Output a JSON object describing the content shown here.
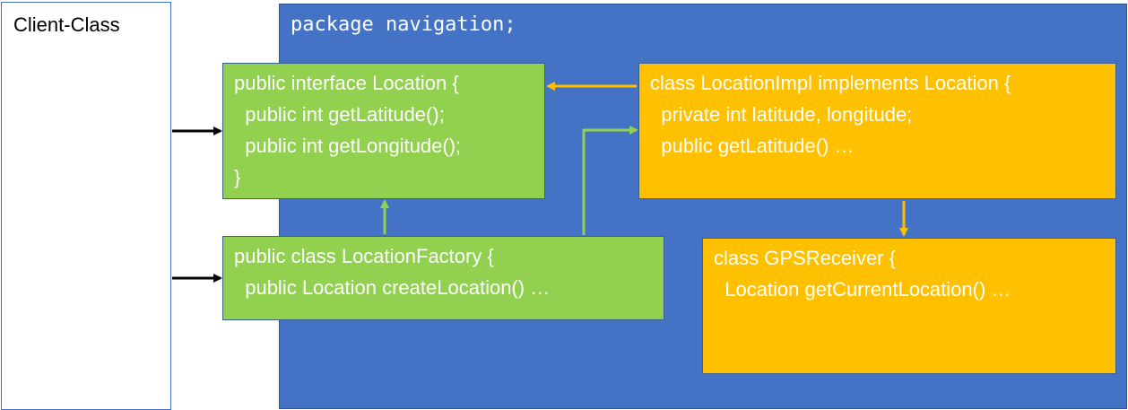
{
  "client": {
    "label": "Client-Class"
  },
  "package": {
    "title": "package navigation;"
  },
  "boxes": {
    "location_interface": {
      "lines": [
        "public interface Location {",
        "  public int getLatitude();",
        "  public int getLongitude();",
        "}"
      ]
    },
    "location_factory": {
      "lines": [
        "public class LocationFactory {",
        "  public Location createLocation() …"
      ]
    },
    "location_impl": {
      "lines": [
        "class LocationImpl implements Location {",
        "  private int latitude, longitude;",
        "  public getLatitude() …"
      ]
    },
    "gps_receiver": {
      "lines": [
        "class GPSReceiver {",
        "  Location getCurrentLocation() …"
      ]
    }
  },
  "colors": {
    "package_bg": "#4472c4",
    "green_box": "#92d050",
    "yellow_box": "#ffc000",
    "arrow_black": "#000000",
    "arrow_green": "#92d050",
    "arrow_yellow": "#ffc000"
  }
}
